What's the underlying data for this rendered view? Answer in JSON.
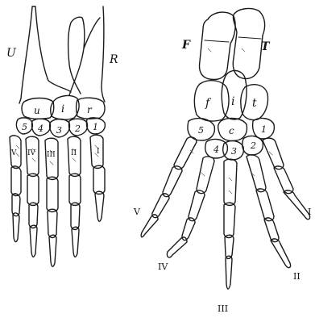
{
  "left_hand": {
    "forearm_labels": {
      "ulna": "U",
      "radius": "R"
    },
    "carpals": {
      "ulnare": "u",
      "intermedium": "i",
      "radiale": "r",
      "c5": "5",
      "c4": "4",
      "c3": "3",
      "c2": "2",
      "c1": "1"
    },
    "digits": [
      "V",
      "IV",
      "III",
      "II",
      "I"
    ]
  },
  "right_hand": {
    "forearm_labels": {
      "fibula": "F",
      "tibia": "T"
    },
    "tarsals": {
      "fibulare": "f",
      "intermedium": "i",
      "tibiale": "t",
      "centrale": "c",
      "t5": "5",
      "t4": "4",
      "t3": "3",
      "t2": "2",
      "t1": "1"
    },
    "digits": [
      "V",
      "IV",
      "III",
      "II",
      "I"
    ]
  }
}
